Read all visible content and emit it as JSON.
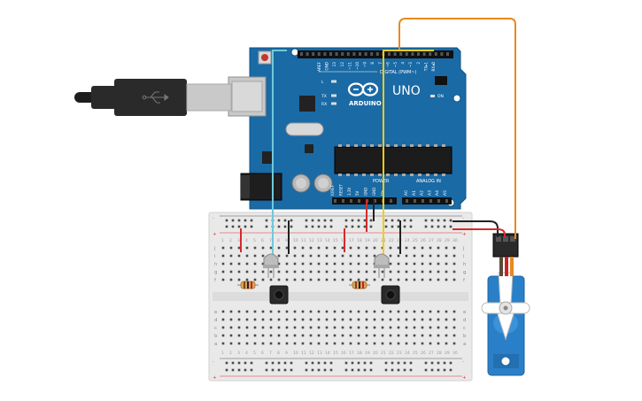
{
  "board": {
    "brand": "ARDUINO",
    "model": "UNO",
    "on_label": "ON",
    "digital_label": "DIGITAL (PWM~)",
    "power_label": "POWER",
    "analog_label": "ANALOG IN",
    "led_labels": [
      "L",
      "TX",
      "RX"
    ],
    "top_pin_labels": [
      "AREF",
      "GND",
      "13",
      "12",
      "~11",
      "~10",
      "~9",
      "8",
      "7",
      "~6",
      "~5",
      "4",
      "~3",
      "2",
      "TX▸1",
      "RX◂0"
    ],
    "power_pin_labels": [
      "IOREF",
      "RESET",
      "3.3V",
      "5V",
      "GND",
      "GND",
      "Vin"
    ],
    "analog_pin_labels": [
      "A0",
      "A1",
      "A2",
      "A3",
      "A4",
      "A5"
    ]
  },
  "breadboard": {
    "row_letters_top": [
      "j",
      "i",
      "h",
      "g",
      "f"
    ],
    "row_letters_bottom": [
      "e",
      "d",
      "c",
      "b",
      "a"
    ],
    "column_count": 30,
    "rail_minus": "-",
    "rail_plus": "+"
  },
  "colors": {
    "board_blue": "#1a6aa6",
    "wire_orange": "#e8891f",
    "wire_yellow": "#f2cd1a",
    "wire_cyan": "#6fc9da",
    "wire_red": "#d42b2b",
    "wire_black": "#222222",
    "servo_blue": "#2a80c8"
  },
  "icons": [
    "usb-cable-icon",
    "servo-motor-icon",
    "pushbutton-icon",
    "resistor-icon",
    "led-icon"
  ]
}
